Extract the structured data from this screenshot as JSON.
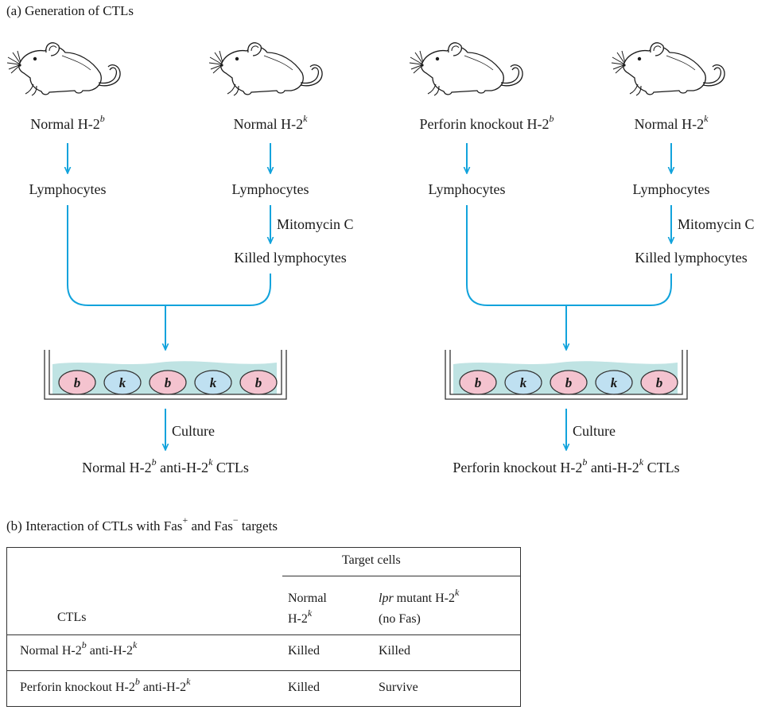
{
  "section_a": {
    "title": "(a) Generation of CTLs"
  },
  "panels": [
    {
      "left_source": {
        "name": "Normal H-2",
        "haplotype": "b"
      },
      "right_source": {
        "name": "Normal H-2",
        "haplotype": "k"
      },
      "left_step": "Lymphocytes",
      "right_step": "Lymphocytes",
      "treatment": "Mitomycin C",
      "treated": "Killed lymphocytes",
      "dish_cells": [
        "b",
        "k",
        "b",
        "k",
        "b"
      ],
      "culture": "Culture",
      "result": {
        "prefix": "Normal H-2",
        "sup1": "b",
        "mid": " anti-H-2",
        "sup2": "k",
        "suffix": " CTLs"
      }
    },
    {
      "left_source": {
        "name": "Perforin knockout H-2",
        "haplotype": "b"
      },
      "right_source": {
        "name": "Normal H-2",
        "haplotype": "k"
      },
      "left_step": "Lymphocytes",
      "right_step": "Lymphocytes",
      "treatment": "Mitomycin C",
      "treated": "Killed lymphocytes",
      "dish_cells": [
        "b",
        "k",
        "b",
        "k",
        "b"
      ],
      "culture": "Culture",
      "result": {
        "prefix": "Perforin knockout H-2",
        "sup1": "b",
        "mid": " anti-H-2",
        "sup2": "k",
        "suffix": " CTLs"
      }
    }
  ],
  "section_b": {
    "title_prefix": "(b) Interaction of CTLs with Fas",
    "sup_plus": "+",
    "title_mid": " and Fas",
    "sup_minus": "−",
    "title_suffix": " targets"
  },
  "table": {
    "group_header": "Target cells",
    "col_ctl": "CTLs",
    "col_normal_l1": "Normal",
    "col_normal_l2_prefix": "H-2",
    "col_normal_l2_sup": "k",
    "col_lpr_l1_italic": "lpr",
    "col_lpr_l1_rest": " mutant H-2",
    "col_lpr_l1_sup": "k",
    "col_lpr_l2": "(no Fas)",
    "rows": [
      {
        "ctl_prefix": "Normal H-2",
        "ctl_sup1": "b",
        "ctl_mid": " anti-H-2",
        "ctl_sup2": "k",
        "normal": "Killed",
        "lpr": "Killed"
      },
      {
        "ctl_prefix": "Perforin knockout H-2",
        "ctl_sup1": "b",
        "ctl_mid": " anti-H-2",
        "ctl_sup2": "k",
        "normal": "Killed",
        "lpr": "Survive"
      }
    ]
  },
  "colors": {
    "arrow": "#12a3dc",
    "medium": "#bfe3e3",
    "cell_b": "#f4c3cf",
    "cell_k": "#bfe0f1",
    "outline": "#333333"
  }
}
